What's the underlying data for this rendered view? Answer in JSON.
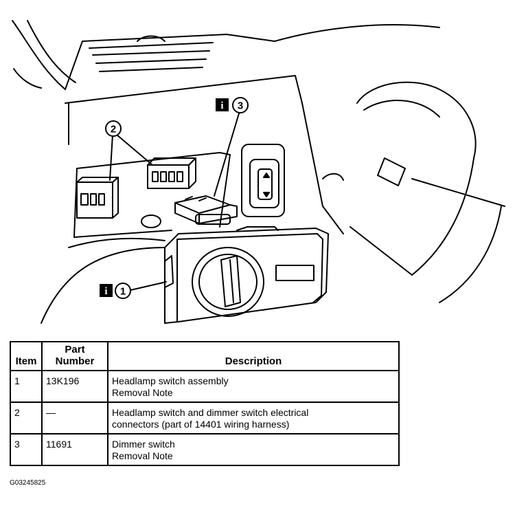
{
  "callouts": [
    {
      "number": "1",
      "info": true
    },
    {
      "number": "2",
      "info": false
    },
    {
      "number": "3",
      "info": true
    }
  ],
  "info_glyph": "i",
  "table": {
    "headers": {
      "item": "Item",
      "part_line1": "Part",
      "part_line2": "Number",
      "description": "Description"
    },
    "rows": [
      {
        "item": "1",
        "part": "13K196",
        "desc": [
          "Headlamp switch assembly",
          "Removal Note"
        ]
      },
      {
        "item": "2",
        "part": "—",
        "desc": [
          "Headlamp switch and dimmer switch electrical",
          "connectors (part of 14401 wiring harness)"
        ]
      },
      {
        "item": "3",
        "part": "11691",
        "desc": [
          "Dimmer switch",
          "Removal Note"
        ]
      }
    ]
  },
  "figure_code": "G03245825"
}
